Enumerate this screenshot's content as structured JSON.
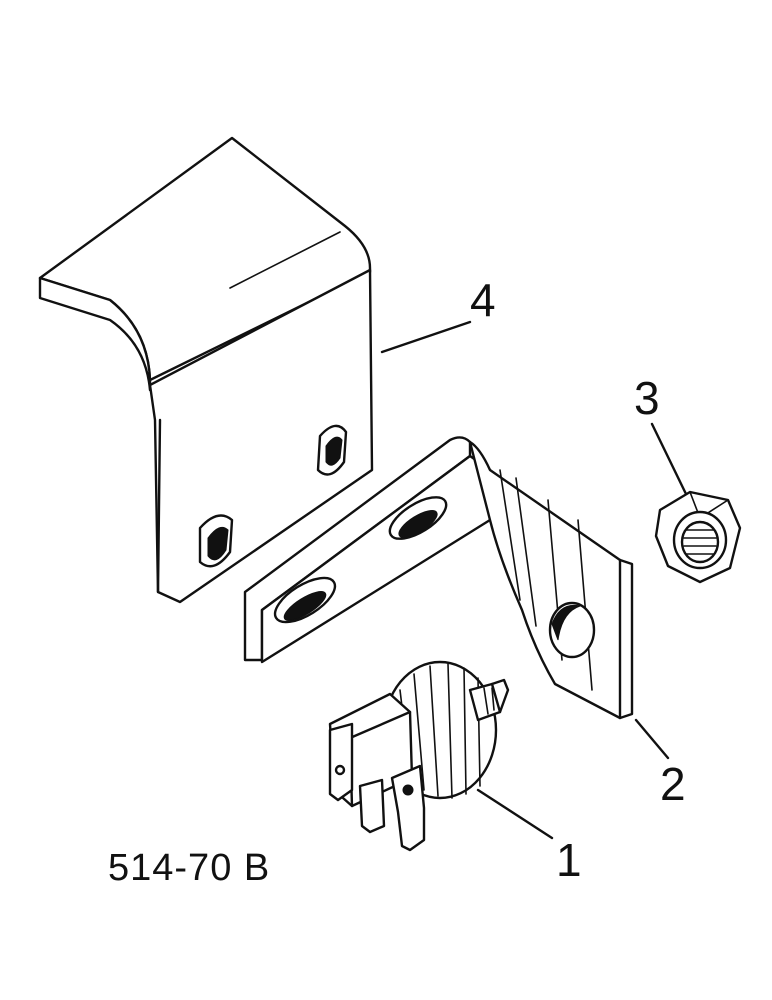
{
  "figure_code": "514-70 B",
  "callouts": [
    {
      "id": "1",
      "label": "1",
      "part": "switch"
    },
    {
      "id": "2",
      "label": "2",
      "part": "angle-bracket"
    },
    {
      "id": "3",
      "label": "3",
      "part": "nut"
    },
    {
      "id": "4",
      "label": "4",
      "part": "mounting-bracket"
    }
  ],
  "colors": {
    "ink": "#111111",
    "paper": "#ffffff"
  }
}
